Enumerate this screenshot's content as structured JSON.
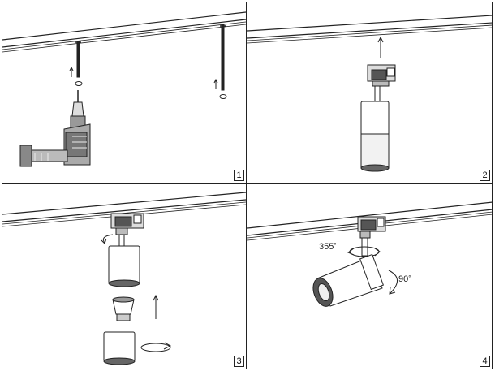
{
  "steps": [
    {
      "number": "1"
    },
    {
      "number": "2"
    },
    {
      "number": "3"
    },
    {
      "number": "4",
      "horizontal_rotation": "355",
      "vertical_rotation": "90"
    }
  ],
  "degree_symbol": "°",
  "colors": {
    "line": "#222222",
    "fill_dark": "#555555",
    "fill_light": "#eeeeee"
  }
}
